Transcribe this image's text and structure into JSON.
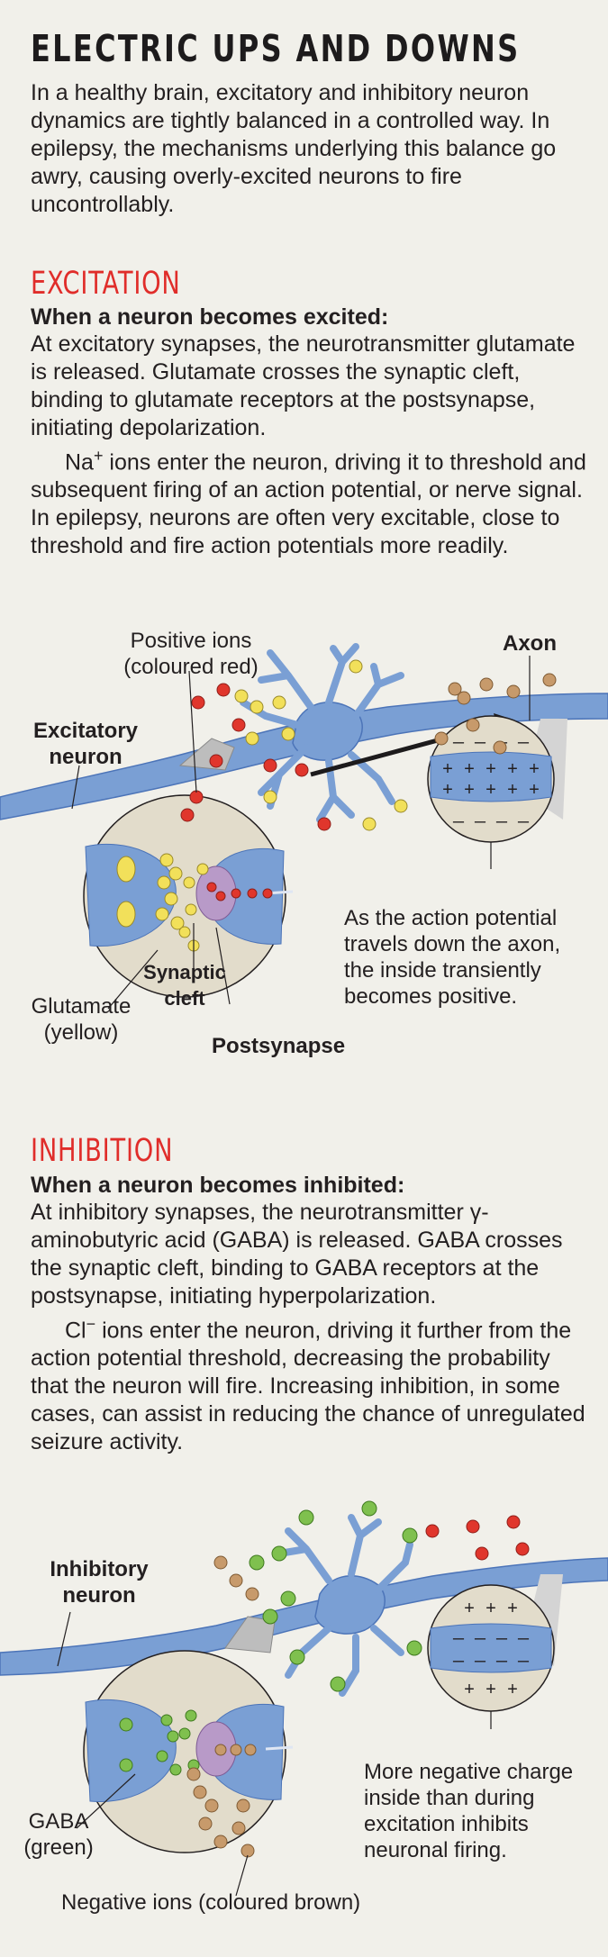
{
  "title": "ELECTRIC UPS AND DOWNS",
  "intro": "In a healthy brain, excitatory and inhibitory neuron dynamics are tightly balanced in a controlled way. In epilepsy, the mechanisms underlying this balance go awry, causing overly-excited neurons to fire uncontrollably.",
  "excitation": {
    "heading": "EXCITATION",
    "subheading": "When a neuron becomes excited:",
    "paragraph1": "At excitatory synapses, the neurotransmitter glutamate is released. Glutamate crosses the synaptic cleft, binding to glutamate receptors at the postsynapse, initiating depolarization.",
    "paragraph2_ion": "Na",
    "paragraph2_sup": "+",
    "paragraph2_rest": " ions enter the neuron, driving it to threshold and subsequent firing of an action potential, or nerve signal. In epilepsy, neurons are often very excitable, close to threshold and fire action potentials more readily.",
    "labels": {
      "positive_ions_line1": "Positive ions",
      "positive_ions_line2": "(coloured red)",
      "axon": "Axon",
      "neuron_line1": "Excitatory",
      "neuron_line2": "neuron",
      "cleft_line1": "Synaptic",
      "cleft_line2": "cleft",
      "glutamate_line1": "Glutamate",
      "glutamate_line2": "(yellow)",
      "postsynapse": "Postsynapse",
      "caption_line1": "As the action potential",
      "caption_line2": "travels down the axon,",
      "caption_line3": "the inside transiently",
      "caption_line4": "becomes positive."
    }
  },
  "inhibition": {
    "heading": "INHIBITION",
    "subheading": "When a neuron becomes inhibited:",
    "paragraph1": "At inhibitory synapses, the neurotransmitter γ-aminobutyric acid (GABA) is released. GABA crosses the synaptic cleft, binding to GABA receptors at the postsynapse, initiating hyperpolarization.",
    "paragraph2_ion": "Cl",
    "paragraph2_sup": "−",
    "paragraph2_rest": " ions enter the neuron, driving it further from the action potential threshold, decreasing the probability that the neuron will fire. Increasing inhibition, in some cases, can assist in reducing the chance of unregulated seizure activity.",
    "labels": {
      "neuron_line1": "Inhibitory",
      "neuron_line2": "neuron",
      "gaba_line1": "GABA",
      "gaba_line2": "(green)",
      "negative_ions": "Negative ions (coloured brown)",
      "caption_line1": "More negative charge",
      "caption_line2": "inside than during",
      "caption_line3": "excitation inhibits",
      "caption_line4": "neuronal firing."
    }
  },
  "colors": {
    "background": "#f1f0ea",
    "heading_red": "#e02d2a",
    "axon_blue": "#7a9fd4",
    "axon_blue_dark": "#4c74b8",
    "inset_fill": "#e2dccb",
    "positive_ion": "#e0362c",
    "glutamate": "#f2e05a",
    "gaba": "#7fc04e",
    "negative_ion": "#c79a6b",
    "receptor": "#b89ac8"
  },
  "icons": [
    "neuron-cell",
    "axon-arrow",
    "magnifier-inset",
    "synapse-inset",
    "ion-particle",
    "neurotransmitter-particle"
  ]
}
